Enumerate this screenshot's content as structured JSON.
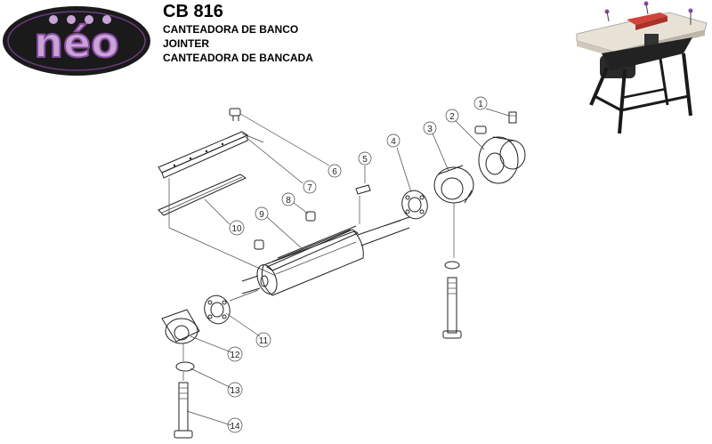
{
  "brand": {
    "logo_text": "néo",
    "colors": {
      "logo_bg": "#1a1a1a",
      "logo_purple": "#8a4aa3",
      "logo_light": "#c9a4d6",
      "table_red": "#d2443a"
    }
  },
  "header": {
    "model": "CB 816",
    "lines": [
      "CANTEADORA DE BANCO",
      "JOINTER",
      "CANTEADORA DE BANCADA"
    ]
  },
  "callouts": [
    "1",
    "2",
    "3",
    "4",
    "5",
    "6",
    "7",
    "8",
    "9",
    "10",
    "11",
    "12",
    "13",
    "14"
  ],
  "icons": {
    "product_photo": "jointer-machine-icon",
    "logo": "neo-logo-icon"
  }
}
